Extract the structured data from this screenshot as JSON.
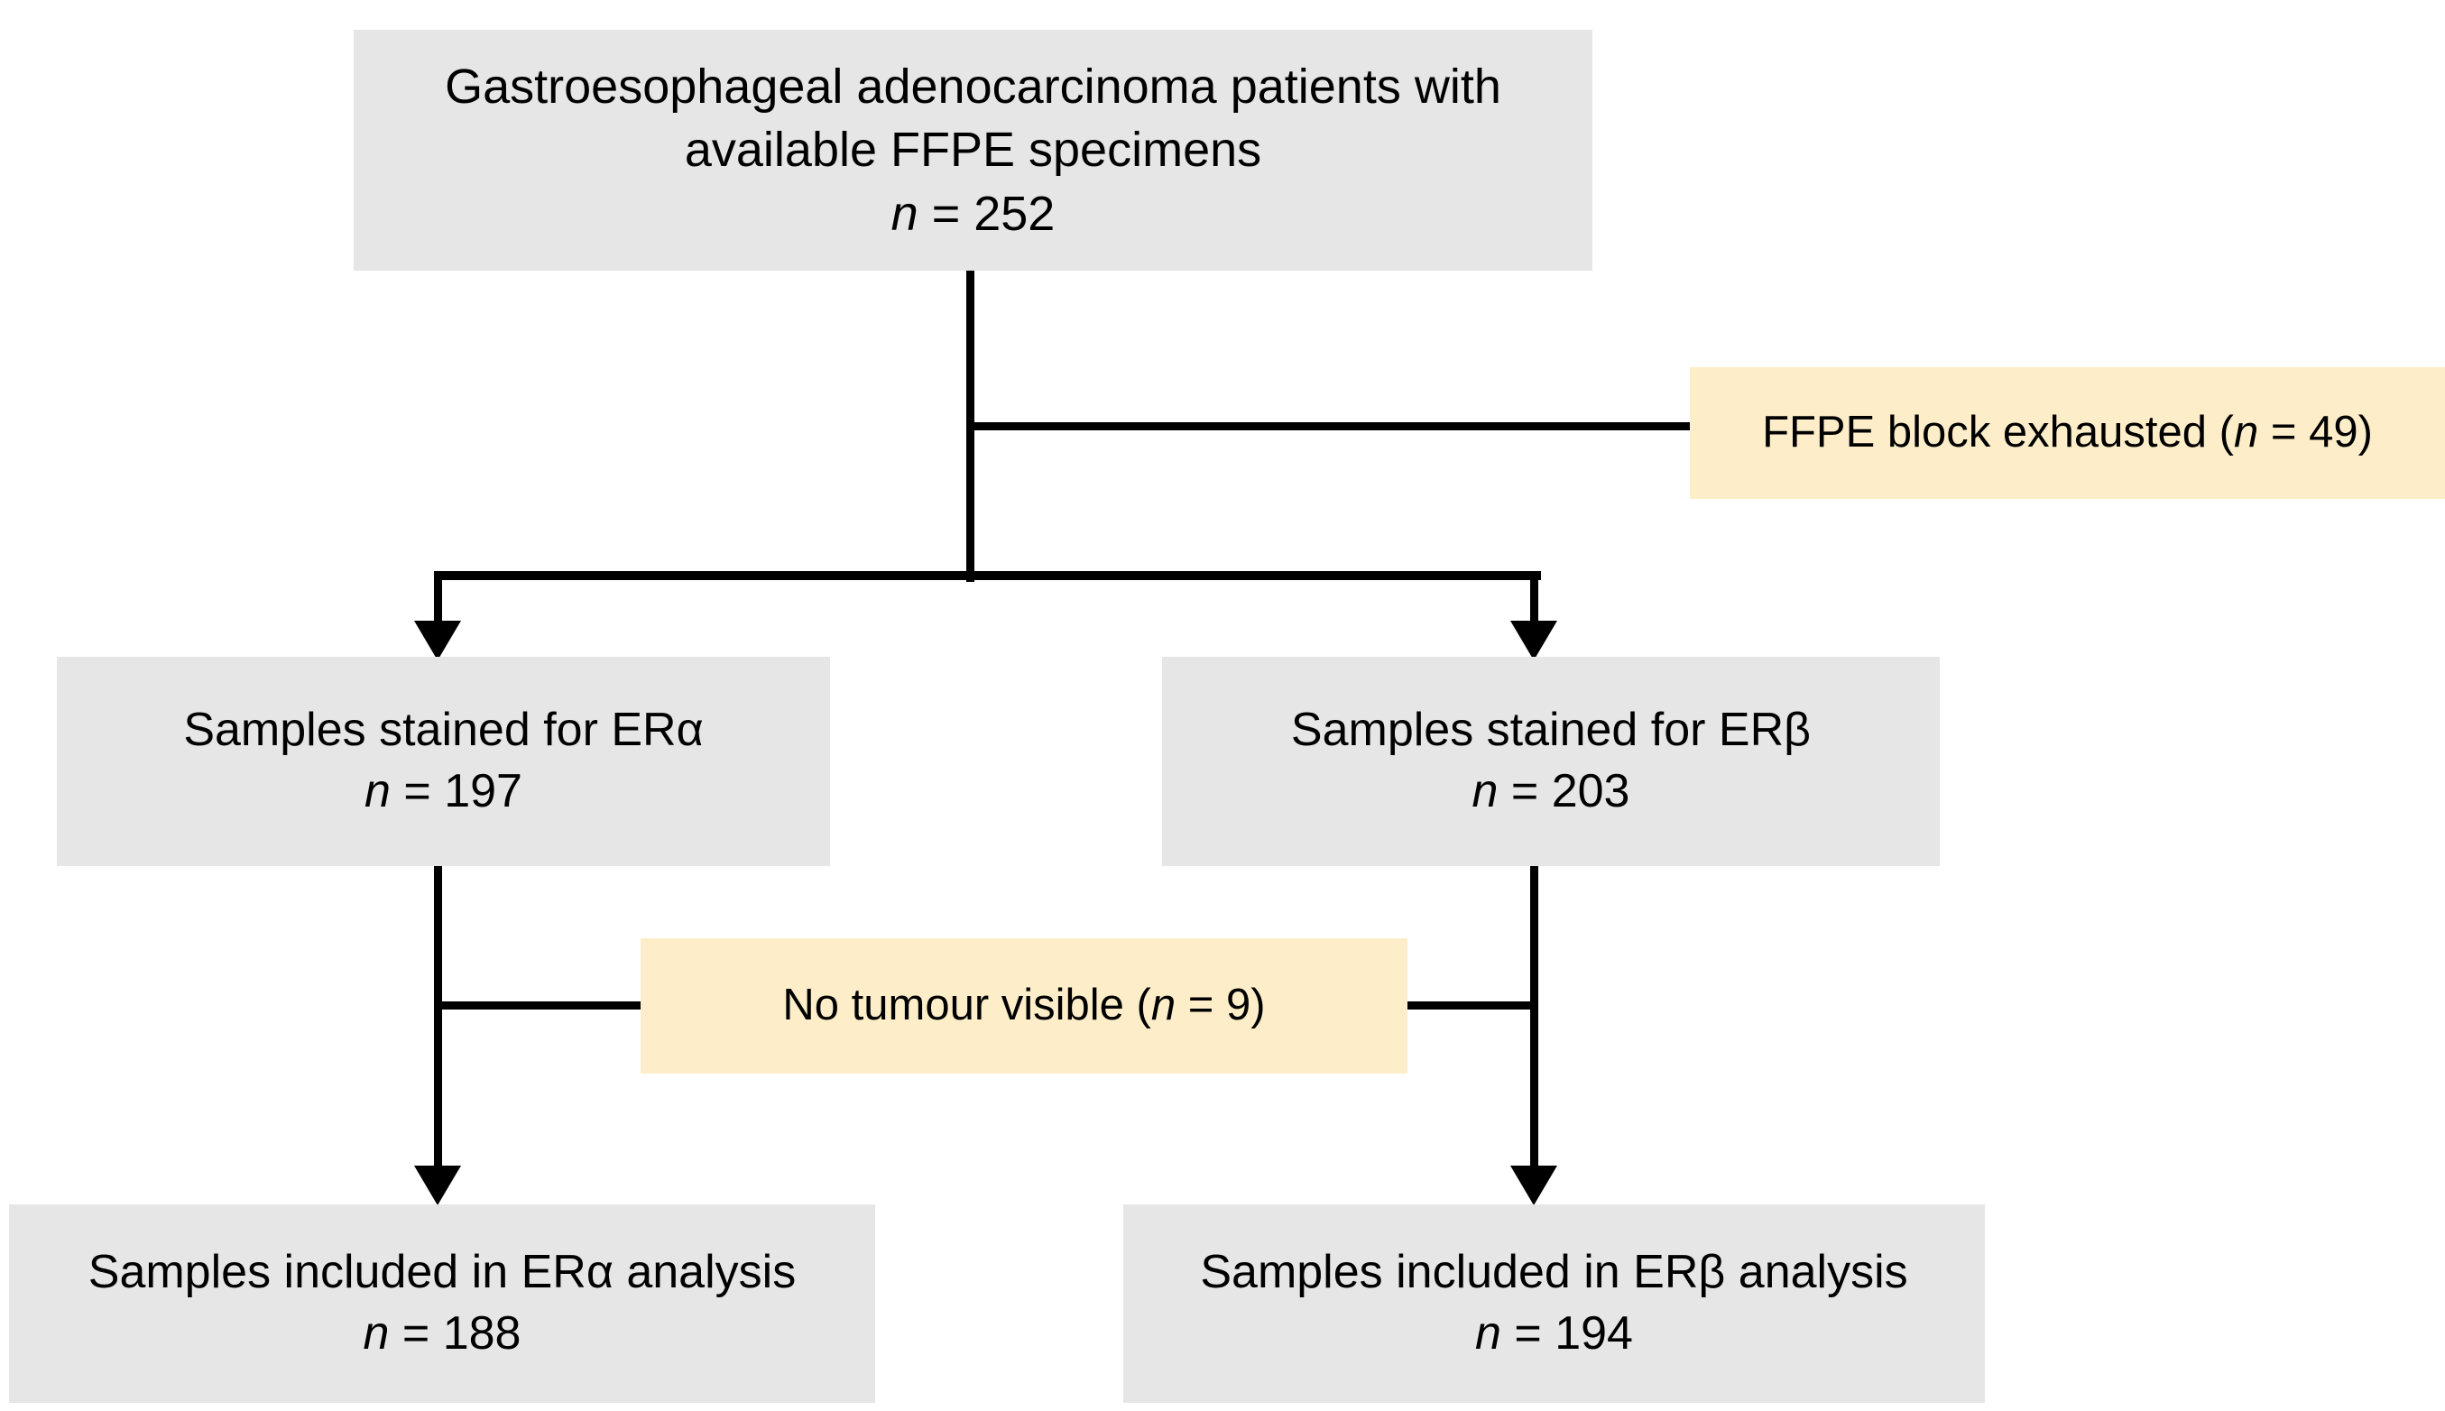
{
  "diagram": {
    "type": "flowchart",
    "title": "Patient sample inclusion flow diagram",
    "colors": {
      "node_fill": "#e6e6e6",
      "exclusion_fill": "#fdeec9",
      "connector": "#000000",
      "text": "#000000",
      "background": "#ffffff"
    },
    "nodes": {
      "source": {
        "line1": "Gastroesophageal adenocarcinoma patients with available FFPE specimens",
        "n_label": "n",
        "n_eq": " = ",
        "n_value": "252",
        "line2": "n = 252",
        "kind": "included"
      },
      "ffpe_exhausted": {
        "text_before": "FFPE block exhausted (",
        "n_label": "n",
        "n_eq": " = ",
        "n_value": "49",
        "text_after": ")",
        "full": "FFPE block exhausted (n = 49)",
        "kind": "excluded"
      },
      "era_stained": {
        "line1": "Samples stained for ERα",
        "n_label": "n",
        "n_eq": " = ",
        "n_value": "197",
        "line2": "n = 197",
        "kind": "included"
      },
      "erb_stained": {
        "line1": "Samples stained for ERβ",
        "n_label": "n",
        "n_eq": " = ",
        "n_value": "203",
        "line2": "n = 203",
        "kind": "included"
      },
      "no_tumour": {
        "text_before": "No tumour visible (",
        "n_label": "n",
        "n_eq": " = ",
        "n_value": "9",
        "text_after": ")",
        "full": "No tumour visible (n = 9)",
        "kind": "excluded"
      },
      "era_analysis": {
        "line1": "Samples included in ERα analysis",
        "n_label": "n",
        "n_eq": " = ",
        "n_value": "188",
        "line2": "n = 188",
        "kind": "included"
      },
      "erb_analysis": {
        "line1": "Samples included in ERβ analysis",
        "n_label": "n",
        "n_eq": " = ",
        "n_value": "194",
        "line2": "n = 194",
        "kind": "included"
      }
    },
    "edges": [
      {
        "from": "source",
        "to": "ffpe_exhausted",
        "style": "plain-line"
      },
      {
        "from": "source",
        "to": "era_stained",
        "style": "arrow"
      },
      {
        "from": "source",
        "to": "erb_stained",
        "style": "arrow"
      },
      {
        "from": "era_stained",
        "to": "no_tumour",
        "style": "plain-line"
      },
      {
        "from": "erb_stained",
        "to": "no_tumour",
        "style": "plain-line"
      },
      {
        "from": "era_stained",
        "to": "era_analysis",
        "style": "arrow"
      },
      {
        "from": "erb_stained",
        "to": "erb_analysis",
        "style": "arrow"
      }
    ]
  }
}
